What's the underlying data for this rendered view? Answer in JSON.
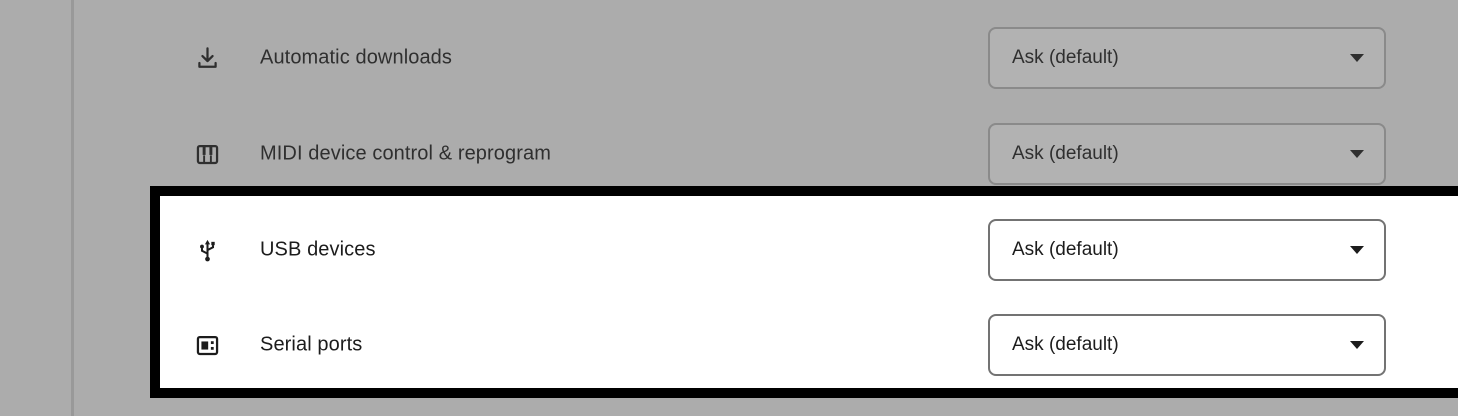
{
  "page": {
    "background_color": "#acacac",
    "dimmed": true,
    "highlight": {
      "border_color": "#000000",
      "background_color": "#ffffff"
    }
  },
  "settings": {
    "rows": [
      {
        "label": "Automatic downloads",
        "icon": "download-icon",
        "dropdown_value": "Ask (default)",
        "highlighted": false
      },
      {
        "label": "MIDI device control & reprogram",
        "icon": "midi-icon",
        "dropdown_value": "Ask (default)",
        "highlighted": false
      },
      {
        "label": "USB devices",
        "icon": "usb-icon",
        "dropdown_value": "Ask (default)",
        "highlighted": true
      },
      {
        "label": "Serial ports",
        "icon": "serial-port-icon",
        "dropdown_value": "Ask (default)",
        "highlighted": true
      }
    ]
  }
}
